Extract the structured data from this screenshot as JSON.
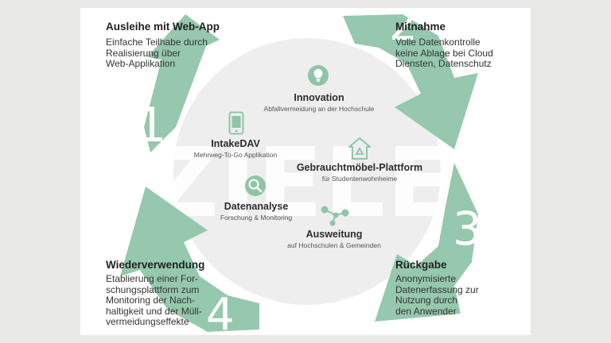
{
  "colors": {
    "arrow": "#95c8ad",
    "circle": "#eeeeee",
    "icon": "#8fc4a8",
    "watermark": "#ffffff",
    "text": "#222222"
  },
  "numbers": [
    "1",
    "2",
    "3",
    "4"
  ],
  "watermark": "ZIELE",
  "corners": {
    "top_left": {
      "title": "Ausleihe mit Web-App",
      "body": "Einfache Teilhabe durch\nRealisierung über\nWeb-Applikation"
    },
    "top_right": {
      "title": "Mitnahme",
      "body": "Volle Datenkontrolle\nkeine Ablage bei Cloud\nDiensten, Datenschutz"
    },
    "bottom_right": {
      "title": "Rückgabe",
      "body": "Anonymisierte\nDatenerfassung zur\nNutzung durch\nden Anwender"
    },
    "bottom_left": {
      "title": "Wiederverwendung",
      "body": "Etablierung einer For-\nschungsplattform zum\nMonitoring der Nach-\nhaltigkeit und der Müll-\nvermeidungseffekte"
    }
  },
  "items": {
    "innovation": {
      "title": "Innovation",
      "subtitle": "Abfallvermeidung an der Hochschule",
      "icon": "lightbulb-icon"
    },
    "intake": {
      "title": "IntakeDAV",
      "subtitle": "Mehrweg-To-Go Applikation",
      "icon": "smartphone-icon"
    },
    "moebel": {
      "title": "Gebrauchtmöbel-Plattform",
      "subtitle": "für Studentenwohnheime",
      "icon": "recycle-house-icon"
    },
    "analyse": {
      "title": "Datenanalyse",
      "subtitle": "Forschung & Monitoring",
      "icon": "magnifier-icon"
    },
    "ausweitung": {
      "title": "Ausweitung",
      "subtitle": "auf Hochschulen & Gemeinden",
      "icon": "network-icon"
    }
  }
}
